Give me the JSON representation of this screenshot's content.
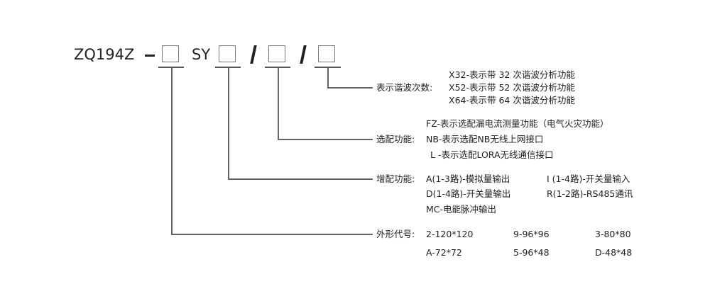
{
  "model": {
    "prefix": "ZQ194Z",
    "sy": "SY"
  },
  "harmonics": {
    "label": "表示谐波次数:",
    "options": [
      "X32-表示带 32 次谐波分析功能",
      "X52-表示带 52 次谐波分析功能",
      "X64-表示带 64 次谐波分析功能"
    ]
  },
  "optional": {
    "label": "选配功能:",
    "options": [
      "FZ-表示选配漏电流测量功能（电气火灾功能）",
      "NB-表示选配NB无线上网接口",
      "L -表示选配LORA无线通信接口"
    ]
  },
  "addon": {
    "label": "增配功能:",
    "options": [
      "A(1-3路)-模拟量输出",
      "I (1-4路)-开关量输入",
      "D(1-4路)-开关量输出",
      "R(1-2路)-RS485通讯",
      "MC-电能脉冲输出"
    ]
  },
  "shape": {
    "label": "外形代号:",
    "options": [
      "2-120*120",
      "9-96*96",
      "3-80*80",
      "A-72*72",
      "5-96*48",
      "D-48*48"
    ]
  }
}
